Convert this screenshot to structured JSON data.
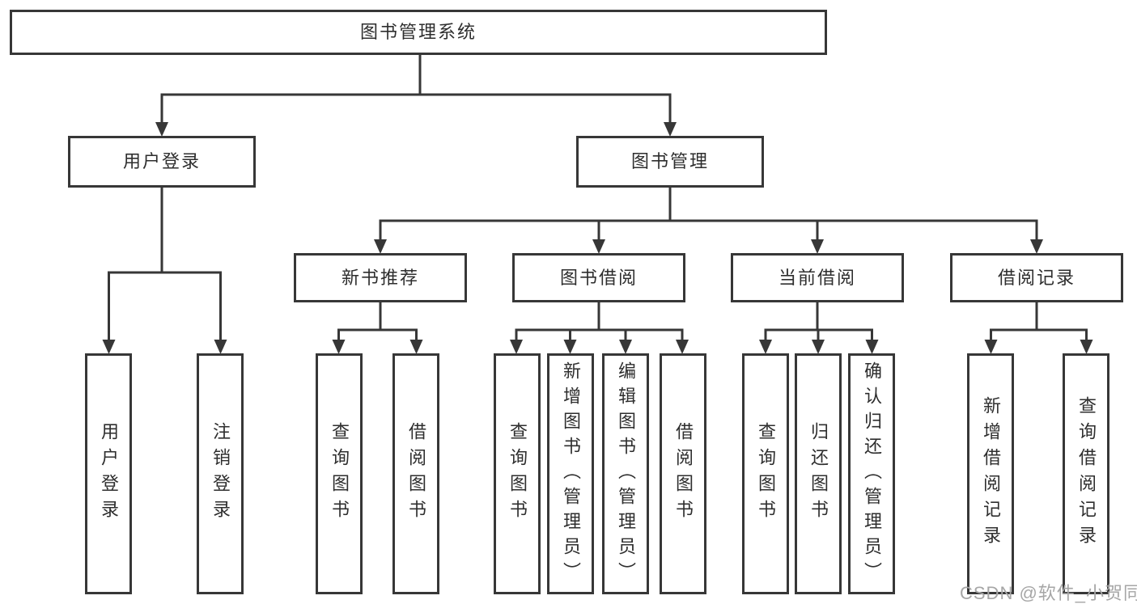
{
  "tree": {
    "root": {
      "label": "图书管理系统"
    },
    "level2": [
      {
        "id": "user-login",
        "label": "用户登录"
      },
      {
        "id": "book-management",
        "label": "图书管理"
      }
    ],
    "level3": [
      {
        "id": "new-book-recommendation",
        "parent": "图书管理",
        "label": "新书推荐"
      },
      {
        "id": "book-borrowing",
        "parent": "图书管理",
        "label": "图书借阅"
      },
      {
        "id": "current-borrowing",
        "parent": "图书管理",
        "label": "当前借阅"
      },
      {
        "id": "borrowing-records",
        "parent": "图书管理",
        "label": "借阅记录"
      }
    ],
    "leaves": [
      {
        "parent": "用户登录",
        "label": "用户登录"
      },
      {
        "parent": "用户登录",
        "label": "注销登录"
      },
      {
        "parent": "新书推荐",
        "label": "查询图书"
      },
      {
        "parent": "新书推荐",
        "label": "借阅图书"
      },
      {
        "parent": "图书借阅",
        "label": "查询图书"
      },
      {
        "parent": "图书借阅",
        "label": "新增图书（管理员）"
      },
      {
        "parent": "图书借阅",
        "label": "编辑图书（管理员）"
      },
      {
        "parent": "图书借阅",
        "label": "借阅图书"
      },
      {
        "parent": "当前借阅",
        "label": "查询图书"
      },
      {
        "parent": "当前借阅",
        "label": "归还图书"
      },
      {
        "parent": "当前借阅",
        "label": "确认归还（管理员）"
      },
      {
        "parent": "借阅记录",
        "label": "新增借阅记录"
      },
      {
        "parent": "借阅记录",
        "label": "查询借阅记录"
      }
    ]
  },
  "watermark": {
    "text": "CSDN @软件_小贺同学"
  },
  "colors": {
    "line": "#373737",
    "box_border": "#373737",
    "box_fill": "#ffffff",
    "background": "#ffffff",
    "watermark": "#a6a6a6"
  }
}
